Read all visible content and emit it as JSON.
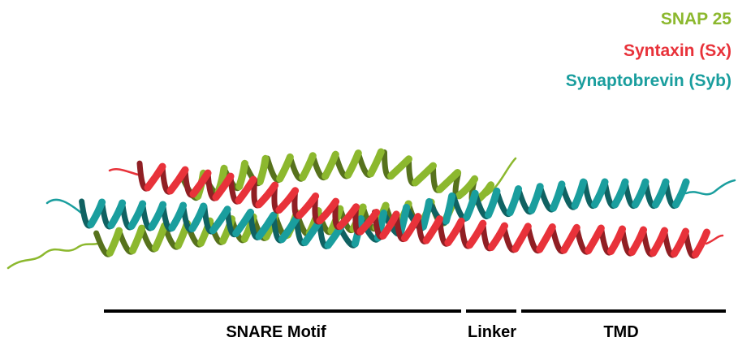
{
  "legend": [
    {
      "label": "SNAP 25",
      "color": "#8cb82e"
    },
    {
      "label": "Syntaxin (Sx)",
      "color": "#e8323a"
    },
    {
      "label": "Synaptobrevin (Syb)",
      "color": "#1a9e9e"
    }
  ],
  "regions": [
    {
      "label": "SNARE Motif"
    },
    {
      "label": "Linker"
    },
    {
      "label": "TMD"
    }
  ]
}
